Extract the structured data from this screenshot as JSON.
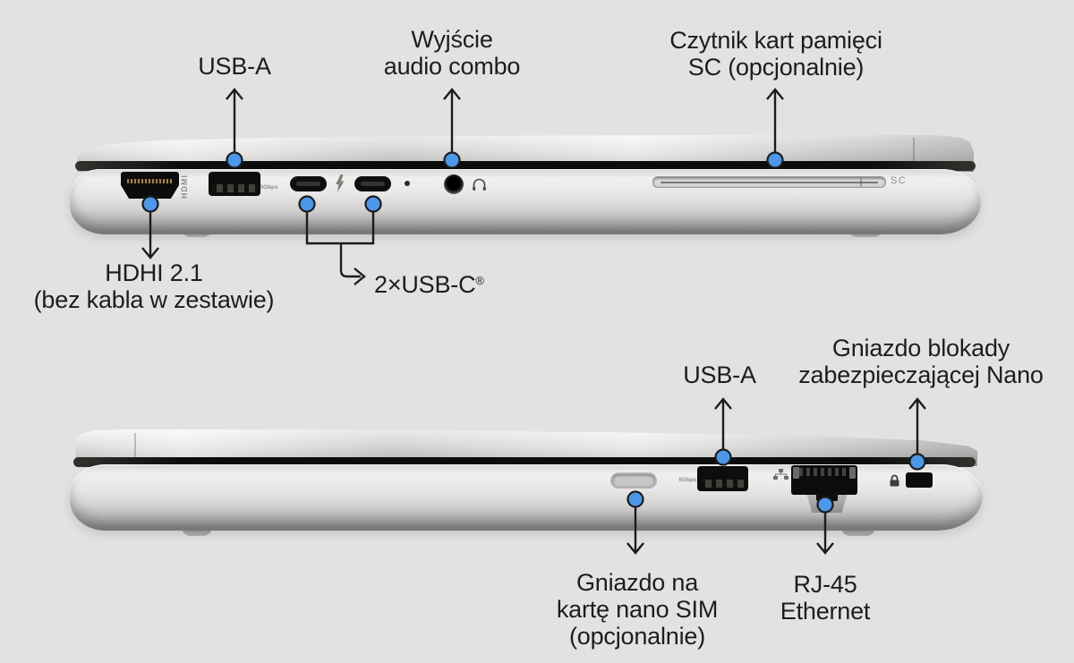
{
  "colors": {
    "background": "#e3e2e1",
    "accent_blue": "#4b97e9",
    "callout_line": "#1c1c1c",
    "text": "#1d1d1b"
  },
  "top_view": {
    "callouts": {
      "usb_a": {
        "lines": [
          "USB-A"
        ]
      },
      "audio": {
        "lines": [
          "Wyjście",
          "audio combo"
        ]
      },
      "sc_reader": {
        "lines": [
          "Czytnik kart pamięci",
          "SC (opcjonalnie)"
        ]
      },
      "hdmi": {
        "lines": [
          "HDHI 2.1",
          "(bez kabla w zestawie)"
        ]
      },
      "usb_c": {
        "label": "2×USB-C",
        "registered_mark": "®"
      }
    },
    "port_markings": {
      "hdmi": "HDMI",
      "usb_speed": "5Gbps",
      "sc": "SC"
    }
  },
  "bottom_view": {
    "callouts": {
      "usb_a": {
        "lines": [
          "USB-A"
        ]
      },
      "security_lock": {
        "lines": [
          "Gniazdo blokady",
          "zabezpieczającej Nano"
        ]
      },
      "sim": {
        "lines": [
          "Gniazdo na",
          "kartę nano SIM",
          "(opcjonalnie)"
        ]
      },
      "rj45": {
        "lines": [
          "RJ-45",
          "Ethernet"
        ]
      }
    },
    "port_markings": {
      "usb_speed": "5Gbps"
    }
  }
}
